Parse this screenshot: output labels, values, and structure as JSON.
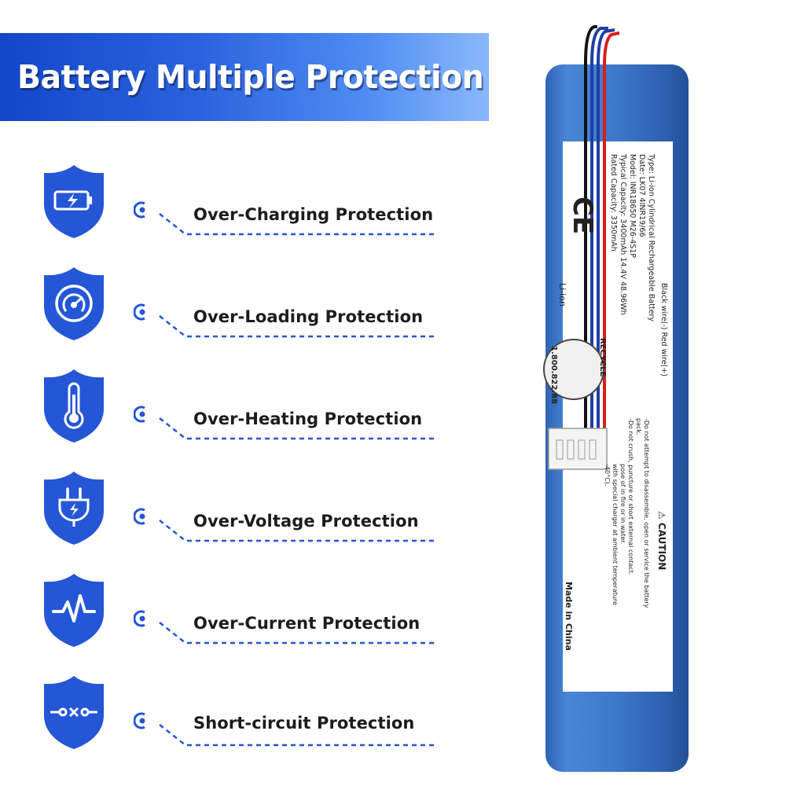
{
  "banner": {
    "title": "Battery Multiple Protection"
  },
  "colors": {
    "shield": "#2456d6",
    "leader": "#2456d6",
    "battery": "#3f79c9",
    "text": "#1c1c1c"
  },
  "protections": [
    {
      "label": "Over-Charging Protection",
      "icon": "battery-charging-icon"
    },
    {
      "label": "Over-Loading Protection",
      "icon": "gauge-icon"
    },
    {
      "label": "Over-Heating Protection",
      "icon": "thermometer-icon"
    },
    {
      "label": "Over-Voltage Protection",
      "icon": "plug-icon"
    },
    {
      "label": "Over-Current Protection",
      "icon": "pulse-icon"
    },
    {
      "label": "Short-circuit Protection",
      "icon": "switch-icon"
    }
  ],
  "battery": {
    "label_lines": [
      "Type: Li-ion Cylindrical Rechargeable Battery",
      "Date: LK07          4INR19/66",
      "Model: INR18650 M26-4S1P",
      "Typical Capacity: 3400mAh 14.4V 48.96Wh",
      "Rated Capacity: 3350mAh"
    ],
    "wires": "Black wire(-)  Red wire(+)",
    "li_ion": "Li-ion",
    "recycle": "RECYCLE",
    "phone": "1.800.822.88",
    "caution_title": "⚠ CAUTION",
    "caution_lines": [
      "-Do not attempt to disassemble, open or service the battery",
      "pack.",
      "-Do not crush, puncture or short external contact.",
      "pose of in fire or in water.",
      "with special charger at ambient temperature",
      "-40°C)."
    ],
    "made_in": "Made in China"
  }
}
